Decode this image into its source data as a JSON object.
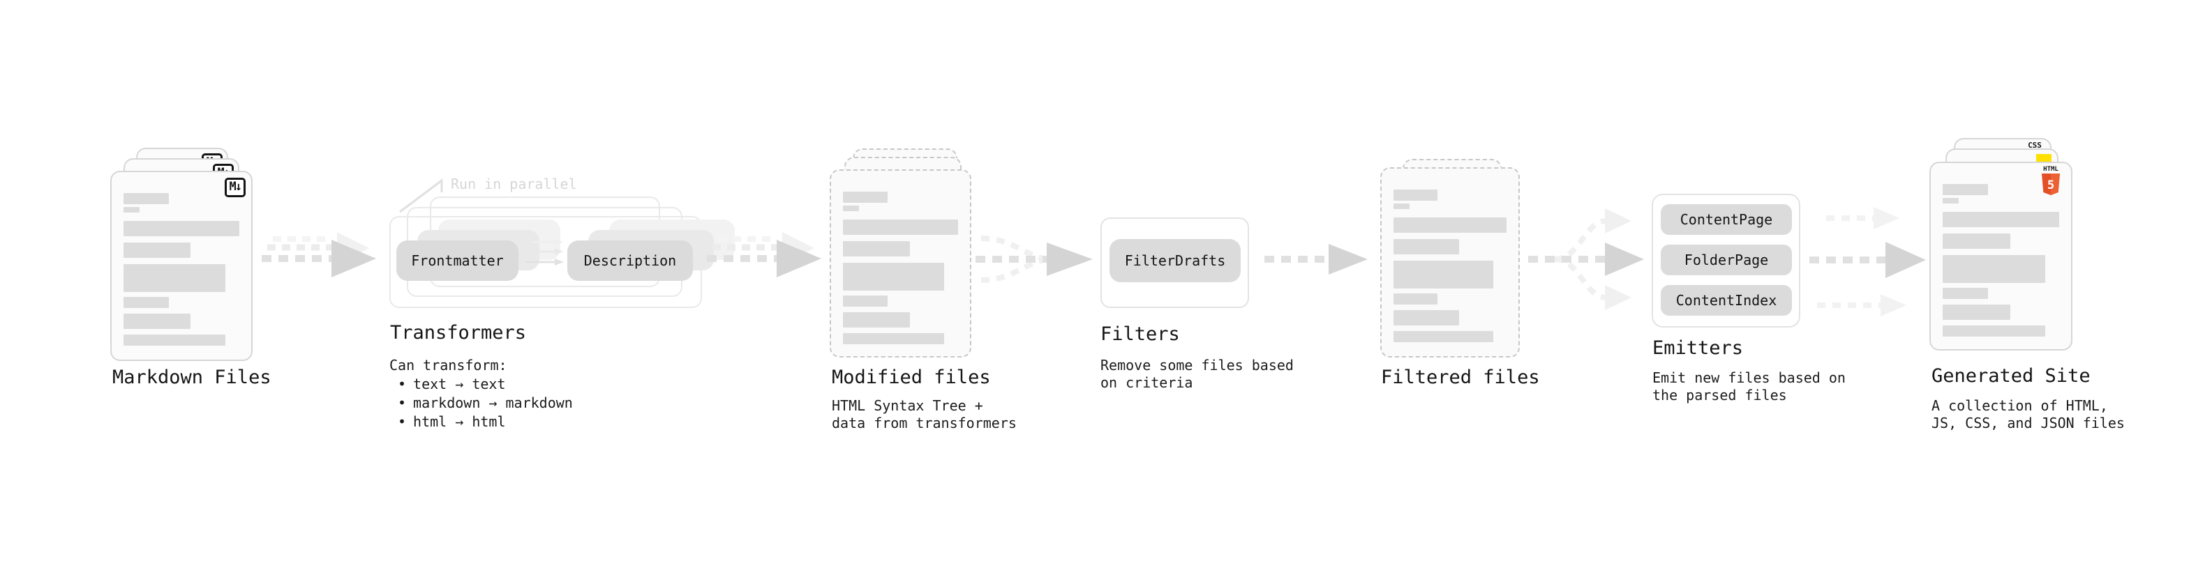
{
  "colors": {
    "html5_orange": "#e34f26",
    "js_yellow": "#ffe000",
    "css_blue": "#2b63e8"
  },
  "stages": {
    "markdown_files": {
      "label": "Markdown Files",
      "badge": "M↓"
    },
    "transformers": {
      "annotation": "Run in parallel",
      "pill_frontmatter": "Frontmatter",
      "pill_description": "Description",
      "label": "Transformers",
      "note_title": "Can transform:",
      "bullet_char": "•",
      "bullets": [
        "text → text",
        "markdown → markdown",
        "html → html"
      ]
    },
    "modified_files": {
      "label": "Modified files",
      "subtitle_line1": "HTML Syntax Tree +",
      "subtitle_line2": "data from transformers"
    },
    "filters": {
      "pill": "FilterDrafts",
      "label": "Filters",
      "subtitle_line1": "Remove some files based",
      "subtitle_line2": "on criteria"
    },
    "filtered_files": {
      "label": "Filtered files"
    },
    "emitters": {
      "pills": [
        "ContentPage",
        "FolderPage",
        "ContentIndex"
      ],
      "label": "Emitters",
      "subtitle_line1": "Emit new files based on",
      "subtitle_line2": "the parsed files"
    },
    "generated_site": {
      "label": "Generated Site",
      "subtitle_line1": "A collection of HTML,",
      "subtitle_line2": "JS, CSS, and JSON files",
      "css_badge": "CSS",
      "html_badge_label": "HTML",
      "html_badge_number": "5"
    }
  }
}
